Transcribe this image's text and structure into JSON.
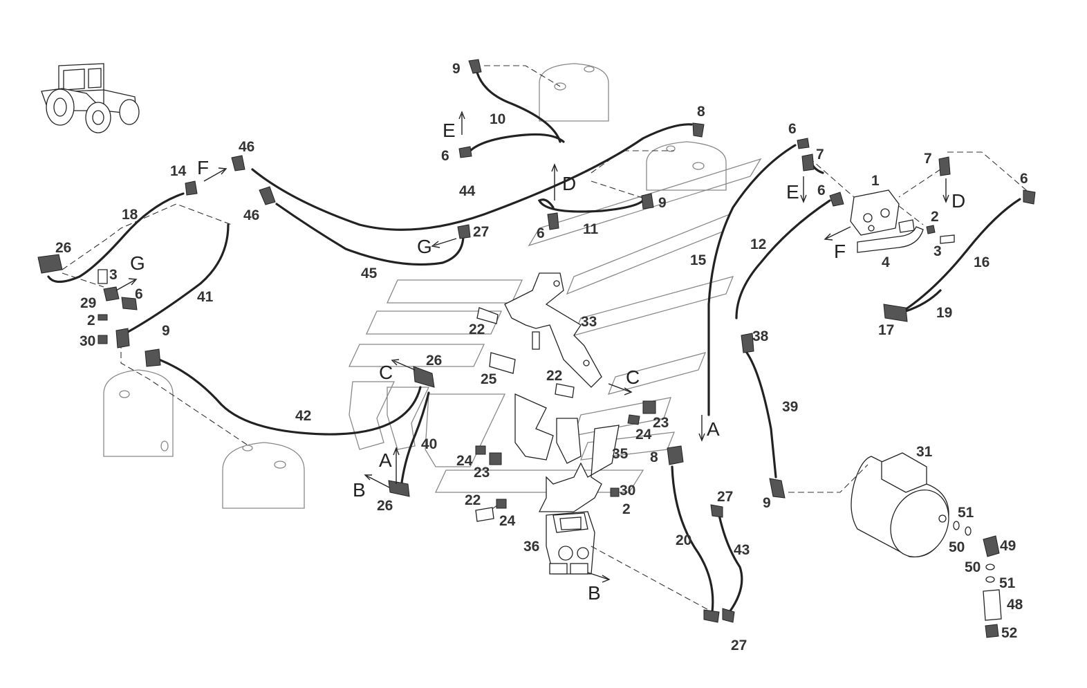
{
  "diagram": {
    "part_labels": [
      {
        "id": "p9a",
        "text": "9"
      },
      {
        "id": "p10",
        "text": "10"
      },
      {
        "id": "p6a",
        "text": "6"
      },
      {
        "id": "p8a",
        "text": "8"
      },
      {
        "id": "p6b",
        "text": "6"
      },
      {
        "id": "p7a",
        "text": "7"
      },
      {
        "id": "p1",
        "text": "1"
      },
      {
        "id": "p7b",
        "text": "7"
      },
      {
        "id": "p6c",
        "text": "6"
      },
      {
        "id": "p46a",
        "text": "46"
      },
      {
        "id": "p14",
        "text": "14"
      },
      {
        "id": "p44",
        "text": "44"
      },
      {
        "id": "p9b",
        "text": "9"
      },
      {
        "id": "p6d",
        "text": "6"
      },
      {
        "id": "p18",
        "text": "18"
      },
      {
        "id": "p46b",
        "text": "46"
      },
      {
        "id": "p27a",
        "text": "27"
      },
      {
        "id": "p11",
        "text": "11"
      },
      {
        "id": "p6e",
        "text": "6"
      },
      {
        "id": "p2a",
        "text": "2"
      },
      {
        "id": "p3a",
        "text": "3"
      },
      {
        "id": "p4",
        "text": "4"
      },
      {
        "id": "p16",
        "text": "16"
      },
      {
        "id": "p26a",
        "text": "26"
      },
      {
        "id": "p12",
        "text": "12"
      },
      {
        "id": "p15",
        "text": "15"
      },
      {
        "id": "p45",
        "text": "45"
      },
      {
        "id": "p3b",
        "text": "3"
      },
      {
        "id": "p29",
        "text": "29"
      },
      {
        "id": "p6f",
        "text": "6"
      },
      {
        "id": "p41",
        "text": "41"
      },
      {
        "id": "p2b",
        "text": "2"
      },
      {
        "id": "p30a",
        "text": "30"
      },
      {
        "id": "p9c",
        "text": "9"
      },
      {
        "id": "p33",
        "text": "33"
      },
      {
        "id": "p22a",
        "text": "22"
      },
      {
        "id": "p38",
        "text": "38"
      },
      {
        "id": "p19",
        "text": "19"
      },
      {
        "id": "p17",
        "text": "17"
      },
      {
        "id": "p26b",
        "text": "26"
      },
      {
        "id": "p25",
        "text": "25"
      },
      {
        "id": "p22b",
        "text": "22"
      },
      {
        "id": "p39",
        "text": "39"
      },
      {
        "id": "p42",
        "text": "42"
      },
      {
        "id": "p23a",
        "text": "23"
      },
      {
        "id": "p24a",
        "text": "24"
      },
      {
        "id": "p40",
        "text": "40"
      },
      {
        "id": "p31",
        "text": "31"
      },
      {
        "id": "p35",
        "text": "35"
      },
      {
        "id": "p8b",
        "text": "8"
      },
      {
        "id": "p24b",
        "text": "24"
      },
      {
        "id": "p23b",
        "text": "23"
      },
      {
        "id": "p9d",
        "text": "9"
      },
      {
        "id": "p22c",
        "text": "22"
      },
      {
        "id": "p30b",
        "text": "30"
      },
      {
        "id": "p27b",
        "text": "27"
      },
      {
        "id": "p26c",
        "text": "26"
      },
      {
        "id": "p2c",
        "text": "2"
      },
      {
        "id": "p24c",
        "text": "24"
      },
      {
        "id": "p51a",
        "text": "51"
      },
      {
        "id": "p36",
        "text": "36"
      },
      {
        "id": "p20",
        "text": "20"
      },
      {
        "id": "p43",
        "text": "43"
      },
      {
        "id": "p50a",
        "text": "50"
      },
      {
        "id": "p49",
        "text": "49"
      },
      {
        "id": "p50b",
        "text": "50"
      },
      {
        "id": "p51b",
        "text": "51"
      },
      {
        "id": "p48",
        "text": "48"
      },
      {
        "id": "p27c",
        "text": "27"
      },
      {
        "id": "p52",
        "text": "52"
      }
    ],
    "connection_letters": [
      {
        "id": "E1",
        "text": "E"
      },
      {
        "id": "D1",
        "text": "D"
      },
      {
        "id": "F1",
        "text": "F"
      },
      {
        "id": "E2",
        "text": "E"
      },
      {
        "id": "D2",
        "text": "D"
      },
      {
        "id": "F2",
        "text": "F"
      },
      {
        "id": "G1",
        "text": "G"
      },
      {
        "id": "G2",
        "text": "G"
      },
      {
        "id": "C1",
        "text": "C"
      },
      {
        "id": "C2",
        "text": "C"
      },
      {
        "id": "A1",
        "text": "A"
      },
      {
        "id": "A2",
        "text": "A"
      },
      {
        "id": "B1",
        "text": "B"
      },
      {
        "id": "B2",
        "text": "B"
      }
    ]
  }
}
